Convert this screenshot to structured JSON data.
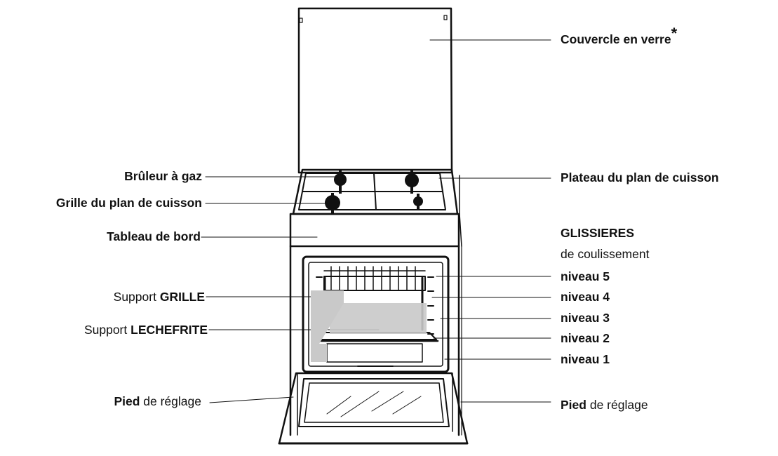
{
  "labels": {
    "glass_lid": "Couvercle en verre",
    "glass_lid_mark": "*",
    "gas_burner": "Brûleur à gaz",
    "hob_grid": "Grille du plan de cuisson",
    "hob_tray": "Plateau du plan de cuisson",
    "control_panel": "Tableau de bord",
    "rails_title": "GLISSIERES",
    "rails_subtitle": "de coulissement",
    "level_5": "niveau 5",
    "level_4": "niveau 4",
    "level_3": "niveau 3",
    "level_2": "niveau 2",
    "level_1": "niveau 1",
    "support_word": "Support",
    "grid_support": "GRILLE",
    "drip_pan_support": "LECHEFRITE",
    "foot_word": "Pied",
    "foot_rest": "de réglage"
  }
}
